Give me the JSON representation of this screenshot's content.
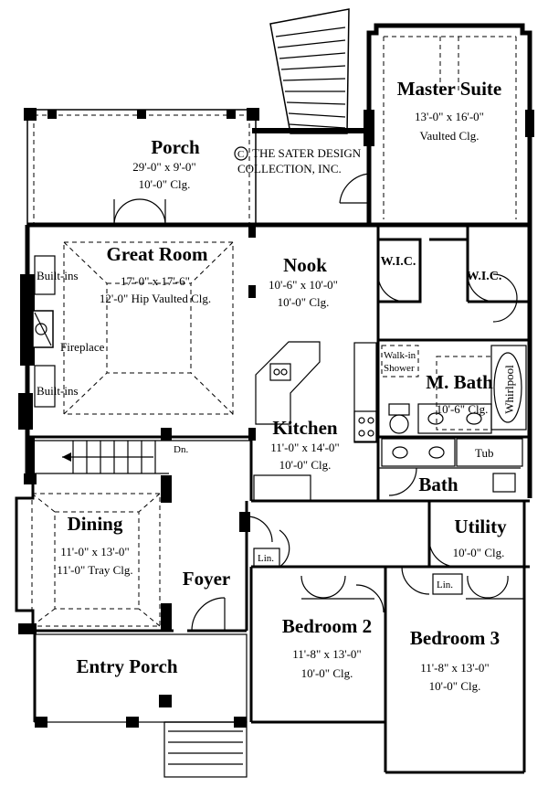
{
  "copyright": {
    "symbol": "C",
    "line1": "THE SATER DESIGN",
    "line2": "COLLECTION, INC."
  },
  "rooms": {
    "porch": {
      "name": "Porch",
      "size": "29'-0\" x 9'-0\"",
      "ceiling": "10'-0\" Clg."
    },
    "master_suite": {
      "name": "Master Suite",
      "size": "13'-0\" x 16'-0\"",
      "ceiling": "Vaulted Clg."
    },
    "great_room": {
      "name": "Great Room",
      "size": "17'-0\" x 17'-6\"",
      "ceiling": "12'-0\" Hip Vaulted Clg."
    },
    "nook": {
      "name": "Nook",
      "size": "10'-6\" x 10'-0\"",
      "ceiling": "10'-0\" Clg."
    },
    "wic1": {
      "name": "W.I.C."
    },
    "wic2": {
      "name": "W.I.C."
    },
    "kitchen": {
      "name": "Kitchen",
      "size": "11'-0\" x 14'-0\"",
      "ceiling": "10'-0\" Clg."
    },
    "m_bath": {
      "name": "M. Bath",
      "ceiling": "10'-6\" Clg."
    },
    "bath": {
      "name": "Bath"
    },
    "utility": {
      "name": "Utility",
      "ceiling": "10'-0\" Clg."
    },
    "dining": {
      "name": "Dining",
      "size": "11'-0\" x 13'-0\"",
      "ceiling": "11'-0\" Tray Clg."
    },
    "foyer": {
      "name": "Foyer"
    },
    "bedroom2": {
      "name": "Bedroom 2",
      "size": "11'-8\" x 13'-0\"",
      "ceiling": "10'-0\" Clg."
    },
    "bedroom3": {
      "name": "Bedroom 3",
      "size": "11'-8\" x 13'-0\"",
      "ceiling": "10'-0\" Clg."
    },
    "entry_porch": {
      "name": "Entry Porch"
    }
  },
  "fixtures": {
    "built_ins_top": "Built-ins",
    "built_ins_bottom": "Built-ins",
    "fireplace": "Fireplace",
    "walk_in_shower_1": "Walk-in",
    "walk_in_shower_2": "Shower",
    "whirlpool": "Whirlpool",
    "tub": "Tub",
    "dn": "Dn.",
    "lin1": "Lin.",
    "lin2": "Lin."
  }
}
